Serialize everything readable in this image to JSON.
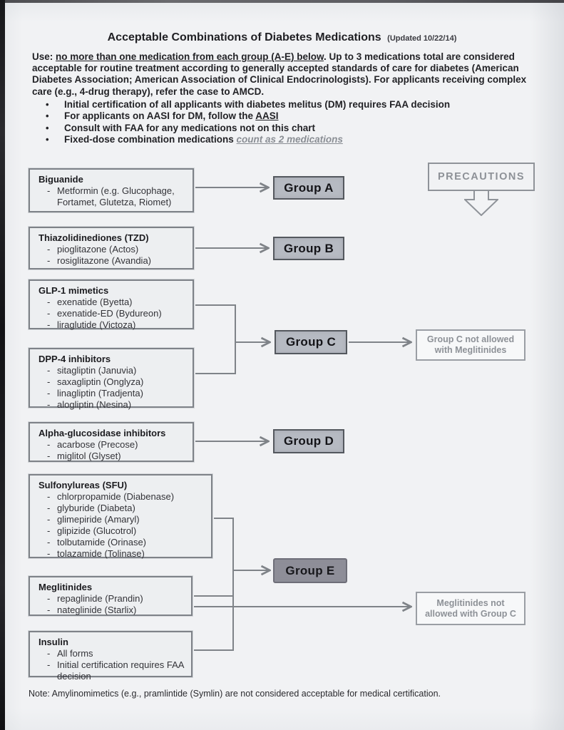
{
  "page": {
    "title": "Acceptable Combinations of Diabetes Medications",
    "updated": "(Updated 10/22/14)",
    "intro": {
      "prefix": "Use: ",
      "underlined": "no more than one medication from each group (A-E) below",
      "rest": ". Up to 3 medications total are considered acceptable for routine treatment according to generally accepted standards of care for diabetes (American Diabetes Association; American Association of Clinical Endocrinologists). For applicants receiving complex care (e.g., 4-drug therapy), refer the case to AMCD."
    },
    "bullets": [
      {
        "a": "Initial certification of all applicants with diabetes melitus (DM) requires FAA decision"
      },
      {
        "a": "For applicants on AASI for DM, follow the ",
        "b": "AASI"
      },
      {
        "a": "Consult with FAA for any medications not on this chart"
      },
      {
        "a": "Fixed-dose combination medications ",
        "b": "count as 2 medications"
      }
    ],
    "note": "Note: Amylinomimetics (e.g., pramlintide (Symlin) are not considered acceptable for medical certification."
  },
  "diagram": {
    "med_boxes": [
      {
        "title": "Biguanide",
        "items": [
          "Metformin (e.g. Glucophage,\nFortamet, Glutetza, Riomet)"
        ]
      },
      {
        "title": "Thiazolidinediones (TZD)",
        "items": [
          "pioglitazone (Actos)",
          "rosiglitazone (Avandia)"
        ]
      },
      {
        "title": "GLP-1 mimetics",
        "items": [
          "exenatide (Byetta)",
          "exenatide-ED (Bydureon)",
          "liraglutide (Victoza)"
        ]
      },
      {
        "title": "DPP-4 inhibitors",
        "items": [
          "sitagliptin (Januvia)",
          "saxagliptin (Onglyza)",
          "linagliptin (Tradjenta)",
          "alogliptin (Nesina)"
        ]
      },
      {
        "title": "Alpha-glucosidase inhibitors",
        "items": [
          "acarbose (Precose)",
          "miglitol (Glyset)"
        ]
      },
      {
        "title": "Sulfonylureas (SFU)",
        "items": [
          "chlorpropamide (Diabenase)",
          "glyburide (Diabeta)",
          "glimepiride (Amaryl)",
          "glipizide (Glucotrol)",
          "tolbutamide (Orinase)",
          "tolazamide (Tolinase)"
        ]
      },
      {
        "title": "Meglitinides",
        "items": [
          "repaglinide (Prandin)",
          "nateglinide (Starlix)"
        ]
      },
      {
        "title": "Insulin",
        "items": [
          "All forms",
          "Initial certification requires FAA\ndecision"
        ]
      }
    ],
    "group_labels": {
      "a": "Group A",
      "b": "Group B",
      "c": "Group C",
      "d": "Group D",
      "e": "Group E"
    },
    "precautions_label": "PRECAUTIONS",
    "warnings": {
      "group_c": "Group C not allowed with Meglitinides",
      "meglitinides": "Meglitinides not allowed with Group C"
    }
  },
  "colors": {
    "paper": "#f1f2f4",
    "ink": "#1f1f23",
    "box_fill": "#edeff1",
    "box_border": "#7e8288",
    "chip_fill": "#b6bac2",
    "chip_border": "#54585e",
    "chip_dark_fill": "#8e8e98",
    "line": "#7f8388",
    "warning": "#8d9197"
  }
}
